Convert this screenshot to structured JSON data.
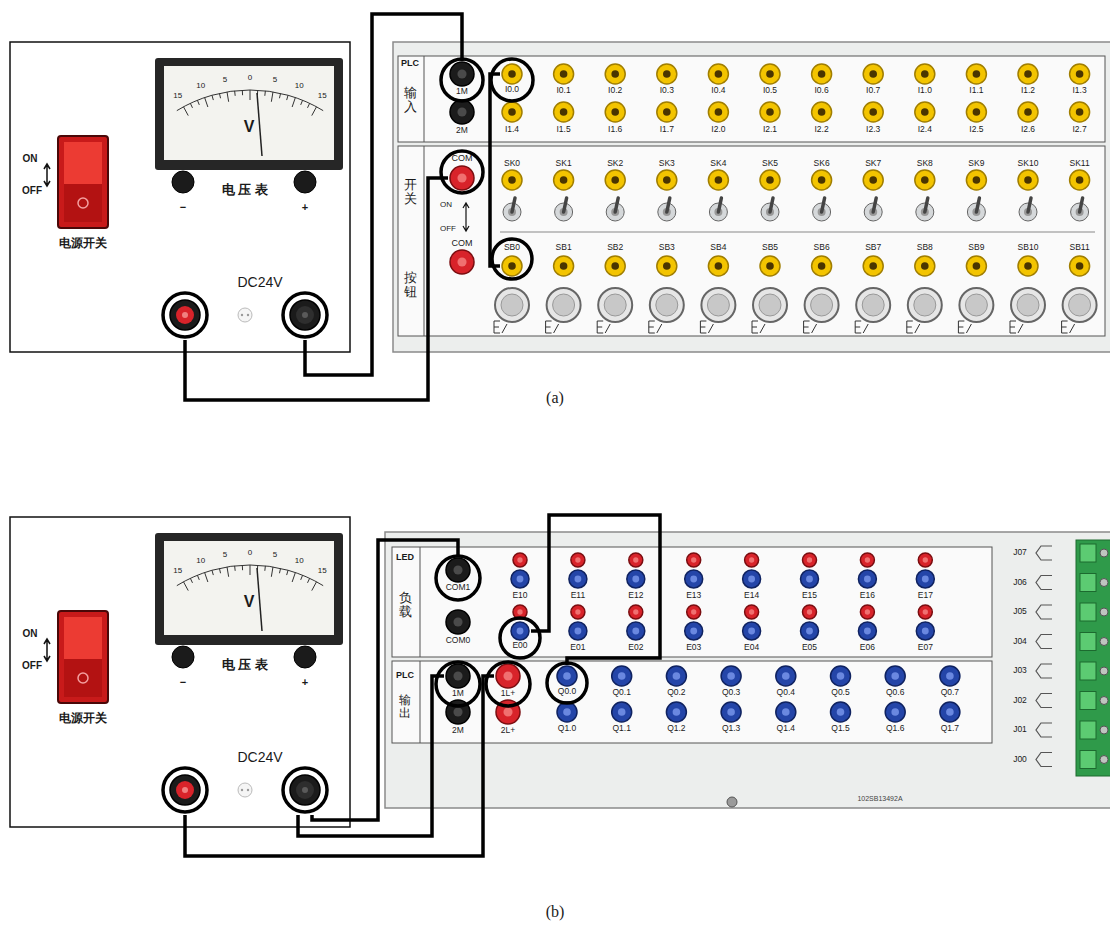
{
  "diagram": {
    "nodes": [
      {
        "text": [
          "DC24V"
        ]
      },
      {
        "text": [
          "1M"
        ]
      },
      {
        "text": [
          "I0.0"
        ]
      },
      {
        "text": [
          "COM"
        ]
      },
      {
        "text": [
          "SB0"
        ]
      },
      {
        "text": [
          "DC24V"
        ]
      },
      {
        "text": [
          "COM1"
        ]
      },
      {
        "text": [
          "E00"
        ]
      },
      {
        "text": [
          "1M"
        ]
      },
      {
        "text": [
          "1L+"
        ]
      },
      {
        "text": [
          "Q0.0"
        ]
      }
    ],
    "edges": [
      {
        "from": 0,
        "to": 3,
        "arrow": "none"
      },
      {
        "from": 0,
        "to": 1,
        "arrow": "none"
      },
      {
        "from": 2,
        "to": 4,
        "arrow": "none"
      },
      {
        "from": 5,
        "to": 6,
        "arrow": "none"
      },
      {
        "from": 5,
        "to": 8,
        "arrow": "none"
      },
      {
        "from": 5,
        "to": 9,
        "arrow": "none"
      },
      {
        "from": 7,
        "to": 10,
        "arrow": "none"
      }
    ],
    "labels": [
      "ON",
      "OFF",
      "电源开关",
      "15",
      "10",
      "5",
      "0",
      "5",
      "10",
      "15",
      "V",
      "−",
      "电 压 表",
      "+",
      "PLC",
      "输入",
      "2M",
      "I0.1",
      "I0.2",
      "I0.3",
      "I0.4",
      "I0.5",
      "I0.6",
      "I0.7",
      "I1.0",
      "I1.1",
      "I1.2",
      "I1.3",
      "I1.4",
      "I1.5",
      "I1.6",
      "I1.7",
      "I2.0",
      "I2.1",
      "I2.2",
      "I2.3",
      "I2.4",
      "I2.5",
      "I2.6",
      "I2.7",
      "开关",
      "按钮",
      "COM",
      "ON",
      "OFF",
      "SK0",
      "SK1",
      "SK2",
      "SK3",
      "SK4",
      "SK5",
      "SK6",
      "SK7",
      "SK8",
      "SK9",
      "SK10",
      "SK11",
      "SB1",
      "SB2",
      "SB3",
      "SB4",
      "SB5",
      "SB6",
      "SB7",
      "SB8",
      "SB9",
      "SB10",
      "SB11",
      "(a)",
      "ON",
      "OFF",
      "电源开关",
      "15",
      "10",
      "5",
      "0",
      "5",
      "10",
      "15",
      "V",
      "−",
      "电 压 表",
      "+",
      "LED",
      "负载",
      "COM0",
      "E10",
      "E11",
      "E12",
      "E13",
      "E14",
      "E15",
      "E16",
      "E17",
      "E01",
      "E02",
      "E03",
      "E04",
      "E05",
      "E06",
      "E07",
      "PLC",
      "输出",
      "2M",
      "2L+",
      "Q0.1",
      "Q0.2",
      "Q0.3",
      "Q0.4",
      "Q0.5",
      "Q0.6",
      "Q0.7",
      "Q1.0",
      "Q1.1",
      "Q1.2",
      "Q1.3",
      "Q1.4",
      "Q1.5",
      "Q1.6",
      "Q1.7",
      "J07",
      "J06",
      "J05",
      "J04",
      "J03",
      "J02",
      "J01",
      "J00",
      "102SB13492A",
      "(b)"
    ]
  }
}
